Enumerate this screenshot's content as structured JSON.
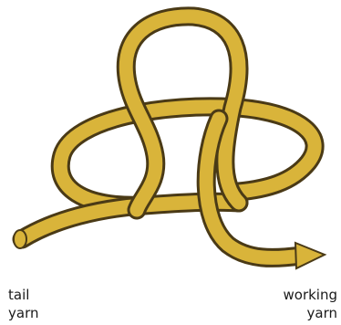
{
  "labels": {
    "tail": {
      "line1": "tail",
      "line2": "yarn"
    },
    "working": {
      "line1": "working",
      "line2": "yarn"
    }
  },
  "colors": {
    "yarn_fill": "#d9b43a",
    "yarn_outline": "#4a3a16",
    "background": "#ffffff"
  }
}
